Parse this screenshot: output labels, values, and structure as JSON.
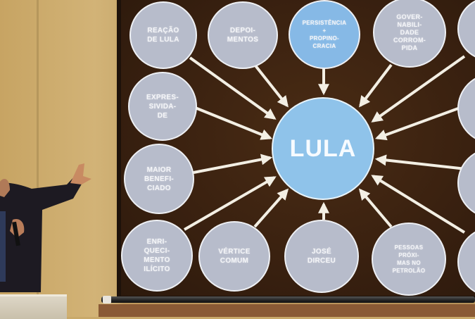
{
  "scene": {
    "description": "Presenter in front of a projection screen showing a hub-and-spoke diagram",
    "colors": {
      "wall": "#c9a96a",
      "screen_background": "#3a2110",
      "center_node": "#8fc3ea",
      "outer_node": "#b7bccb",
      "highlight_node": "#86b9e6",
      "arrow": "#f3efe4"
    }
  },
  "diagram": {
    "center": {
      "label": "LULA"
    },
    "nodes": [
      {
        "label": "REAÇÃO\nDE LULA"
      },
      {
        "label": "DEPOI-\nMENTOS"
      },
      {
        "label": "PERSISTÊNCIA\n+\nPROPINO-\nCRACIA"
      },
      {
        "label": "GOVER-\nNABILI-\nDADE\nCORROM-\nPIDA"
      },
      {
        "label": "EXPRES-\nSIVIDA-\nDE"
      },
      {
        "label": "MAIOR\nBENEFI-\nCIADO"
      },
      {
        "label": "ENRI-\nQUECI-\nMENTO\nILÍCITO"
      },
      {
        "label": "VÉRTICE\nCOMUM"
      },
      {
        "label": "JOSÉ\nDIRCEU"
      },
      {
        "label": "PESSOAS\nPRÓXI-\nMAS NO\nPETROLÃO"
      },
      {
        "label": ""
      },
      {
        "label": ""
      },
      {
        "label": ""
      },
      {
        "label": ""
      }
    ]
  }
}
